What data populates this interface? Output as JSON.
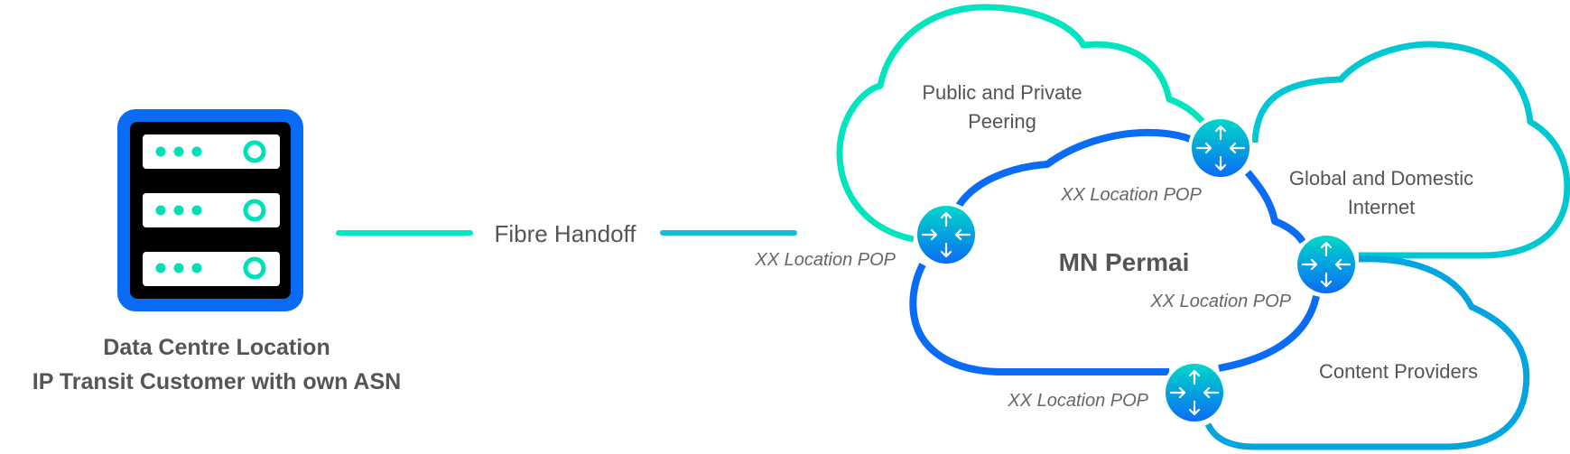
{
  "colors": {
    "server_frame": "#0A6CF5",
    "server_body": "#000000",
    "server_slot": "#FFFFFF",
    "server_led": "#00E0B8",
    "line_left": "#00E7C0",
    "line_right": "#14BFD6",
    "cloud_peering": "#00E5BE",
    "cloud_global": "#00C8D2",
    "cloud_content": "#03A5E0",
    "cloud_main": "#0A6CF5",
    "router_top": "#00D8C8",
    "router_bottom": "#0A6CF5",
    "text": "#555555"
  },
  "customer": {
    "icon": "server-rack-icon",
    "title": "Data Centre Location",
    "subtitle": "IP Transit Customer with own ASN"
  },
  "link": {
    "label": "Fibre Handoff"
  },
  "network": {
    "name": "MN Permai",
    "clouds": [
      {
        "id": "peering",
        "label_lines": [
          "Public and Private",
          "Peering"
        ]
      },
      {
        "id": "global",
        "label_lines": [
          "Global and Domestic",
          "Internet"
        ]
      },
      {
        "id": "content",
        "label_lines": [
          "Content Providers"
        ]
      }
    ],
    "pops": [
      {
        "id": "pop-handoff",
        "label": "XX Location POP",
        "icon": "router-icon"
      },
      {
        "id": "pop-peering-global",
        "label": "XX Location POP",
        "icon": "router-icon"
      },
      {
        "id": "pop-global-content",
        "label": "XX Location POP",
        "icon": "router-icon"
      },
      {
        "id": "pop-content",
        "label": "XX Location POP",
        "icon": "router-icon"
      }
    ]
  }
}
